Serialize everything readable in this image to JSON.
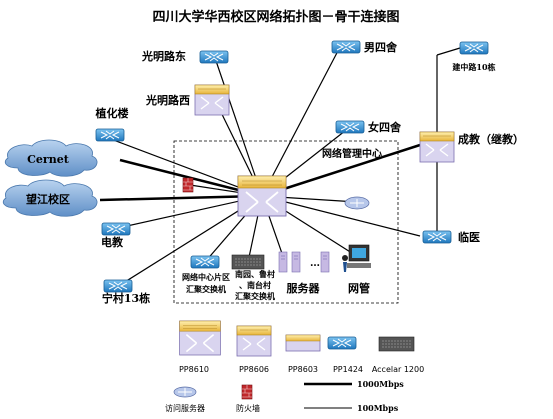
{
  "title": "四川大学华西校区网络拓扑图－骨干连接图",
  "nodes": {
    "guangminglu_dong": "光明路东",
    "guangminglu_xi": "光明路西",
    "nansisha": "男四舍",
    "jianzhonglu": "建中路10栋",
    "zhihualou": "植化楼",
    "nvsisha": "女四舍",
    "chengjiao": "成教（继教）",
    "cernet": "Cernet",
    "wangjiang": "望江校区",
    "dianjiao": "电教",
    "linyi": "临医",
    "ningcun": "宁村13栋",
    "nmc": "网络管理中心",
    "agg1": "网络中心片区\n汇聚交换机",
    "agg2": "南园、鲁村\n、南台村\n汇聚交换机",
    "servers": "服务器",
    "wanguan": "网管",
    "ellipsis": "…"
  },
  "legend": {
    "devices": [
      "PP8610",
      "PP8606",
      "PP8603",
      "PP1424",
      "Accelar 1200"
    ],
    "access_server": "访问服务器",
    "firewall": "防火墙",
    "link_1000": "1000Mbps",
    "link_100": "100Mbps"
  },
  "colors": {
    "cloud": "#6f9fd3",
    "switch_blue": "#2f8fd1",
    "chassis": "#f2c94c",
    "chassis_face": "#c8c3e6",
    "firewall": "#c0282b"
  }
}
